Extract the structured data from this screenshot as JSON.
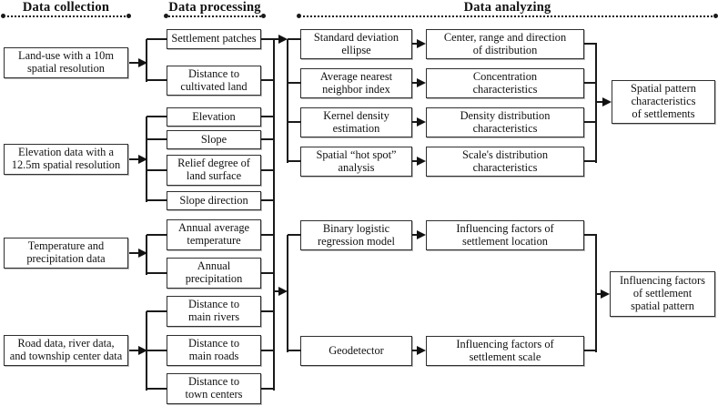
{
  "headers": {
    "collection": "Data collection",
    "processing": "Data processing",
    "analyzing": "Data analyzing"
  },
  "collection_boxes": [
    "Land-use with a 10m\nspatial resolution",
    "Elevation data with a\n12.5m spatial resolution",
    "Temperature and\nprecipitation data",
    "Road data, river data,\nand township center data"
  ],
  "processing_boxes": [
    "Settlement patches",
    "Distance to\ncultivated land",
    "Elevation",
    "Slope",
    "Relief degree of\nland surface",
    "Slope direction",
    "Annual average\ntemperature",
    "Annual\nprecipitation",
    "Distance to\nmain rivers",
    "Distance to\nmain roads",
    "Distance to\ntown centers"
  ],
  "analysis_method_boxes": [
    "Standard deviation\nellipse",
    "Average nearest\nneighbor index",
    "Kernel density\nestimation",
    "Spatial “hot spot”\nanalysis",
    "Binary logistic\nregression model",
    "Geodetector"
  ],
  "analysis_outcome_boxes": [
    "Center, range and direction\nof distribution",
    "Concentration\ncharacteristics",
    "Density distribution\ncharacteristics",
    "Scale's distribution\ncharacteristics",
    "Influencing factors of\nsettlement location",
    "Influencing factors of\nsettlement scale"
  ],
  "summary_boxes": [
    "Spatial pattern\ncharacteristics\nof settlements",
    "Influencing factors\nof settlement\nspatial pattern"
  ],
  "colors": {
    "background": "#ffffff",
    "line": "#1a1a1a",
    "box_border": "#2f2f2f",
    "text": "#111111"
  }
}
